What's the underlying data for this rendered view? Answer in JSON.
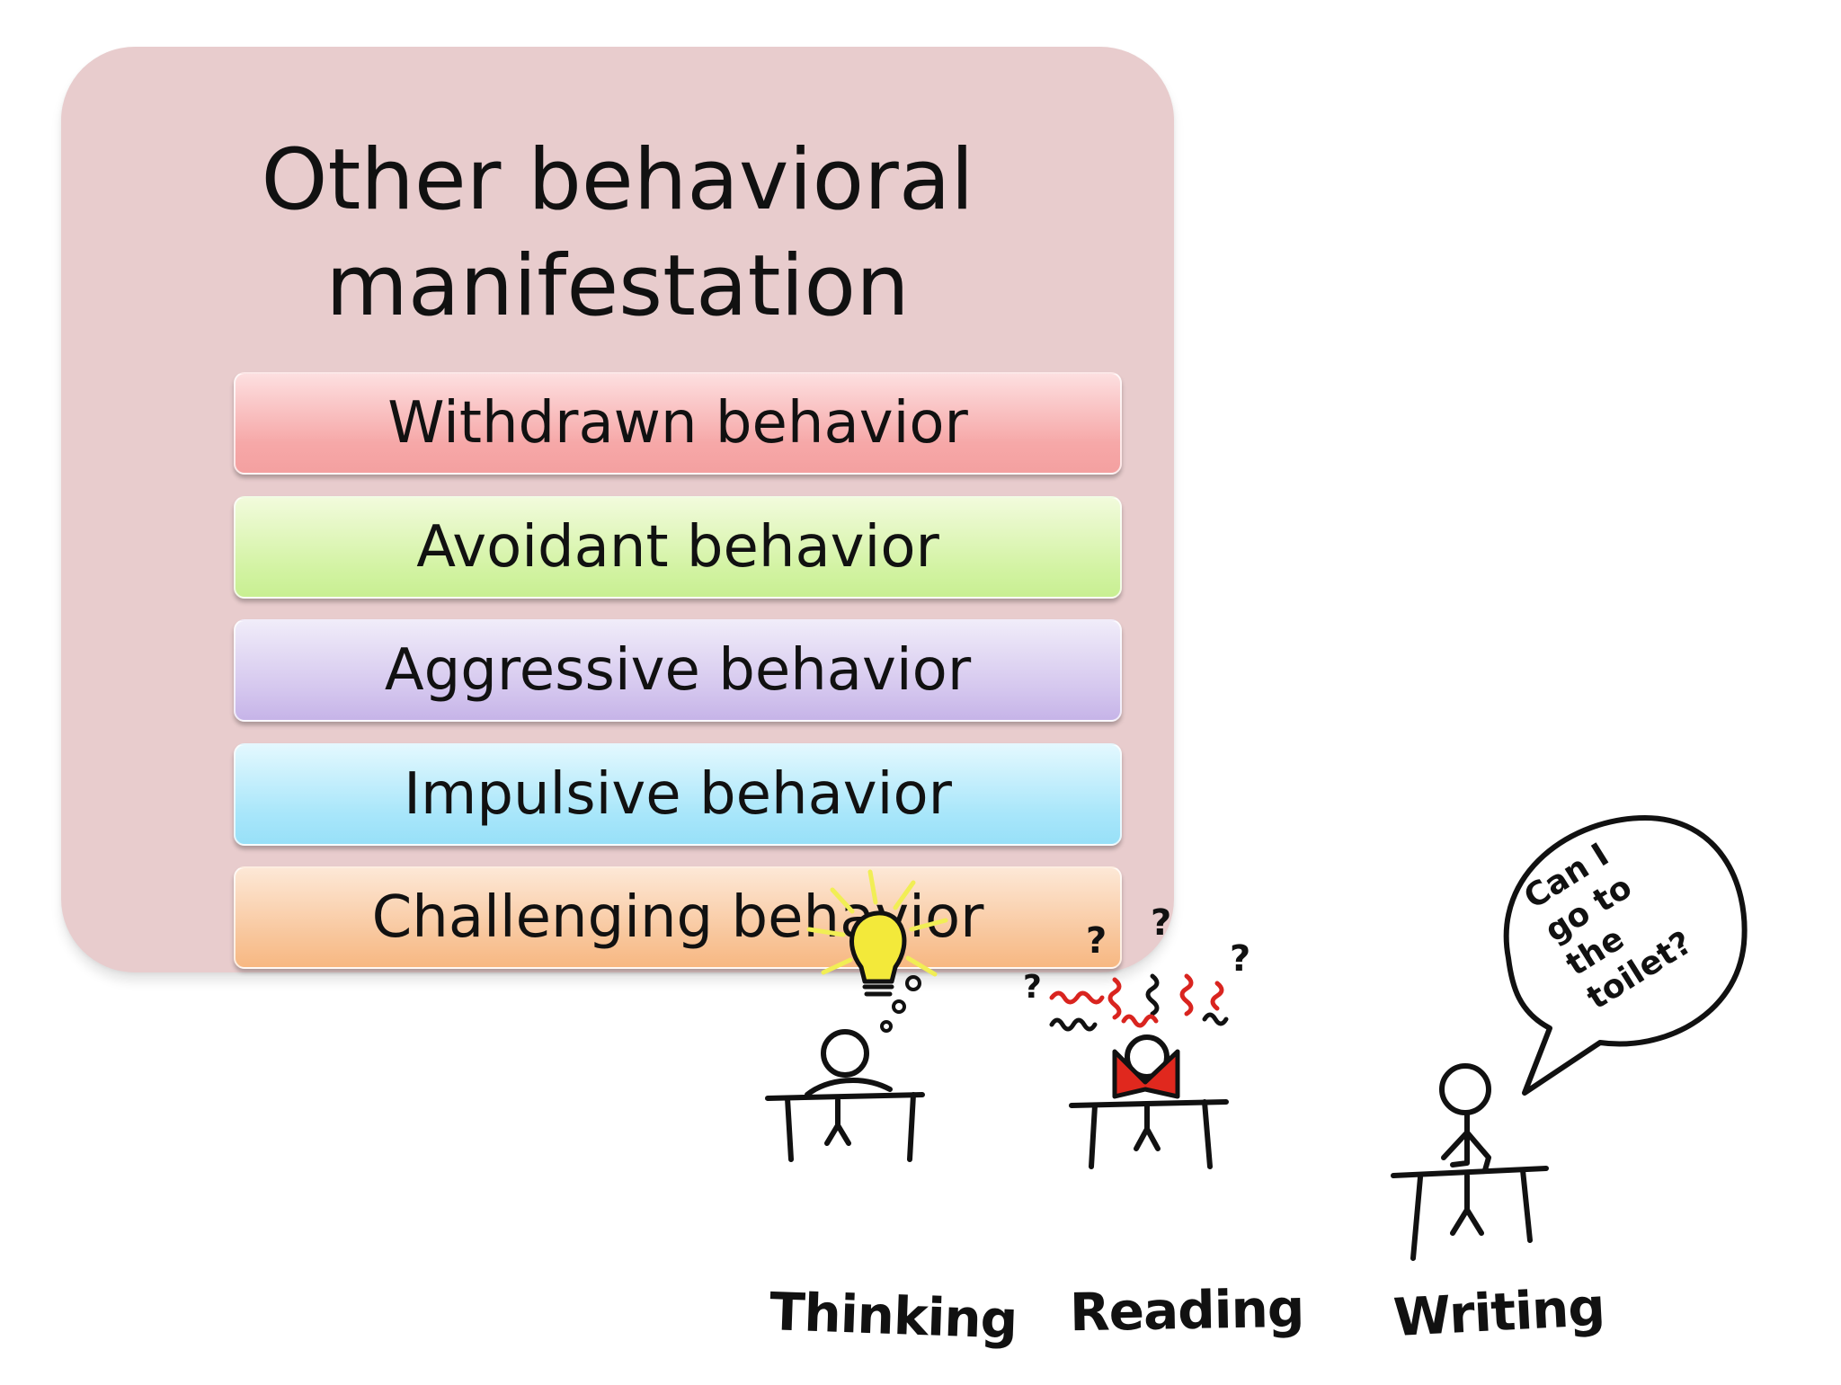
{
  "card": {
    "title_line1": "Other behavioral",
    "title_line2": "manifestation",
    "items": [
      {
        "label": "Withdrawn behavior",
        "color": "#f6a8a8"
      },
      {
        "label": "Avoidant behavior",
        "color": "#d3f3a4"
      },
      {
        "label": "Aggressive behavior",
        "color": "#d4c6ee"
      },
      {
        "label": "Impulsive behavior",
        "color": "#a8e6fa"
      },
      {
        "label": "Challenging behavior",
        "color": "#f8c59a"
      }
    ],
    "background": "#e8cccd"
  },
  "illustration": {
    "labels": [
      "Thinking",
      "Reading",
      "Writing"
    ],
    "speech_bubble": [
      "Can I",
      "go to",
      "the",
      "toilet?"
    ]
  }
}
